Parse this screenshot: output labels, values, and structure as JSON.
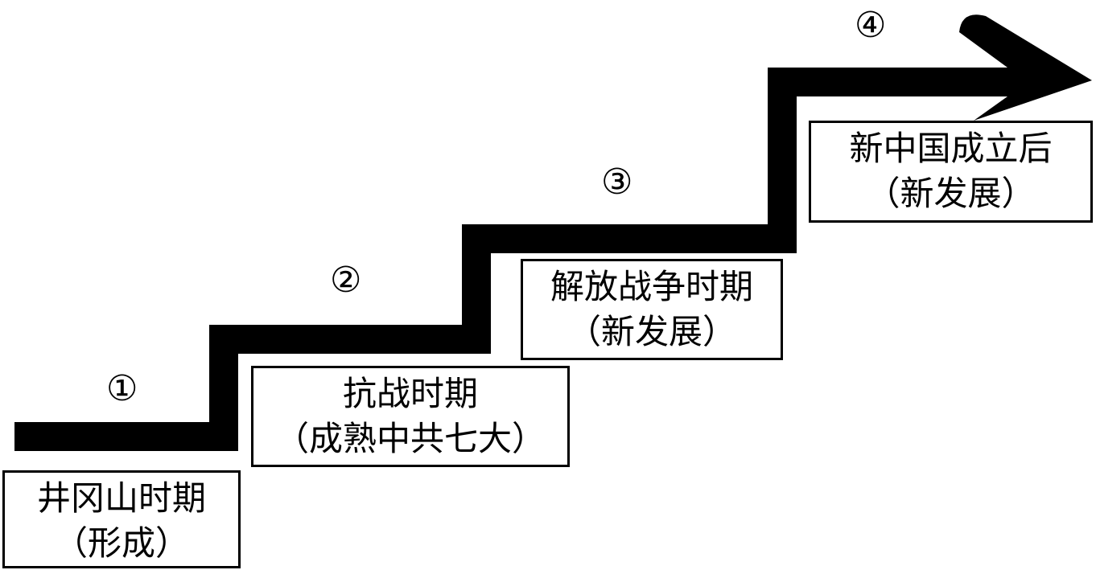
{
  "stages": [
    {
      "number": "①",
      "title": "井冈山时期",
      "subtitle": "（形成）"
    },
    {
      "number": "②",
      "title": "抗战时期",
      "subtitle": "（成熟中共七大）"
    },
    {
      "number": "③",
      "title": "解放战争时期",
      "subtitle": "（新发展）"
    },
    {
      "number": "④",
      "title": "新中国成立后",
      "subtitle": "（新发展）"
    }
  ],
  "colors": {
    "line": "#000000",
    "background": "#ffffff"
  }
}
